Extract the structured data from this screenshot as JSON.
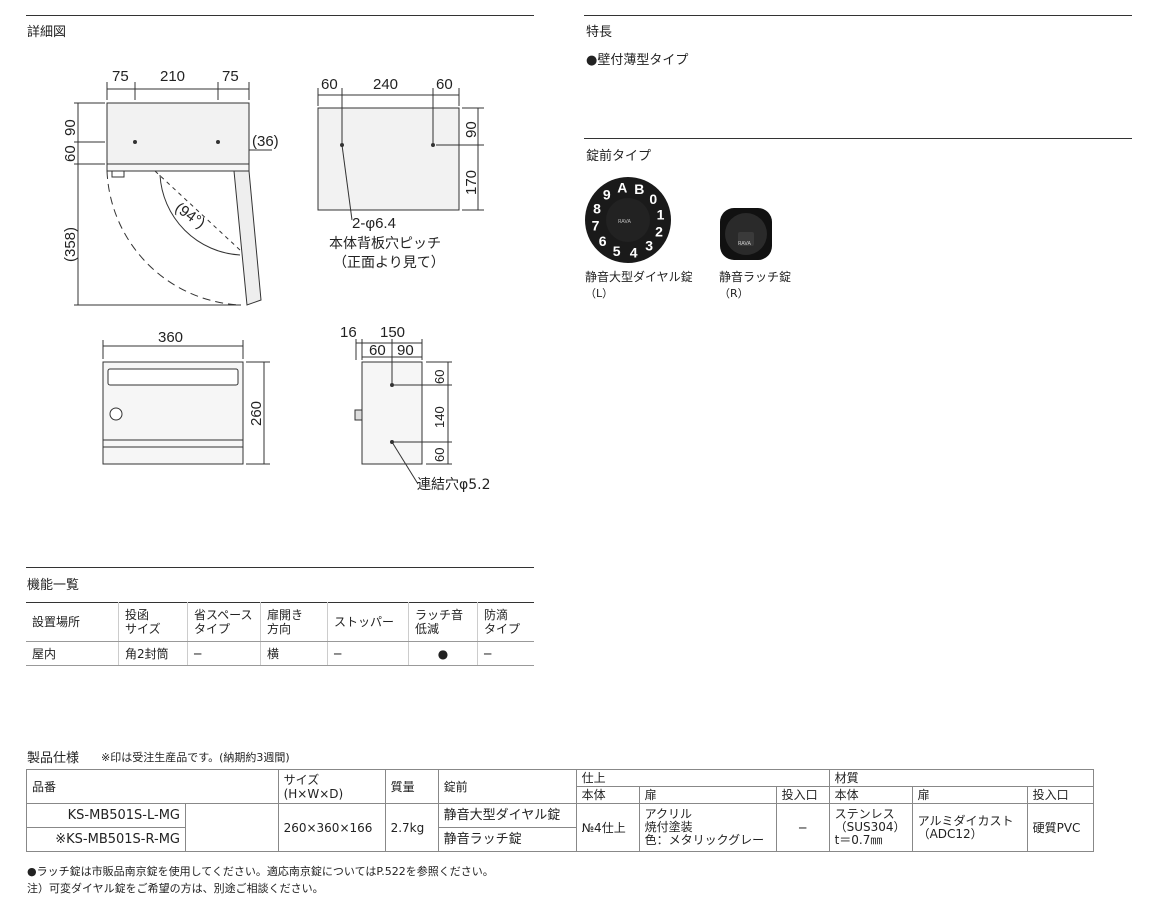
{
  "detail": {
    "title": "詳細図",
    "side_view": {
      "top_dims": [
        "75",
        "210",
        "75"
      ],
      "left_dims": [
        "90",
        "60"
      ],
      "right_dim": "(36)",
      "angle": "(94°)",
      "height": "(358)"
    },
    "back_view": {
      "top_dims": [
        "60",
        "240",
        "60"
      ],
      "right_dims": [
        "90",
        "170"
      ],
      "hole_label": "2-φ6.4",
      "caption_line1": "本体背板穴ピッチ",
      "caption_line2": "（正面より見て）"
    },
    "front_view": {
      "width": "360",
      "height": "260"
    },
    "side_small": {
      "dims_top1": [
        "16",
        "150"
      ],
      "dims_top2": [
        "60",
        "90"
      ],
      "right_dims": [
        "60",
        "140",
        "60"
      ],
      "hole_label": "連結穴φ5.2"
    }
  },
  "features": {
    "title": "特長",
    "item": "●壁付薄型タイプ"
  },
  "lock_types": {
    "title": "錠前タイプ",
    "items": [
      {
        "name": "静音大型ダイヤル錠",
        "code": "（L）",
        "dial_text": "AB0123456789"
      },
      {
        "name": "静音ラッチ錠",
        "code": "（R）"
      }
    ]
  },
  "functions": {
    "title": "機能一覧",
    "headers": [
      [
        "設置場所",
        ""
      ],
      [
        "投函",
        "サイズ"
      ],
      [
        "省スペース",
        "タイプ"
      ],
      [
        "扉開き",
        "方向"
      ],
      [
        "ストッパー",
        ""
      ],
      [
        "ラッチ音",
        "低減"
      ],
      [
        "防滴",
        "タイプ"
      ]
    ],
    "row": [
      "屋内",
      "角2封筒",
      "─",
      "横",
      "─",
      "●",
      "─"
    ]
  },
  "specs": {
    "title": "製品仕様",
    "subtitle": "※印は受注生産品です。(納期約3週間)",
    "h_hinban": "品番",
    "h_size": "サイズ",
    "h_size2": "(H×W×D)",
    "h_weight": "質量",
    "h_lock": "錠前",
    "h_finish": "仕上",
    "h_material": "材質",
    "h_body": "本体",
    "h_door": "扉",
    "h_slot": "投入口",
    "rows": [
      {
        "hinban": "KS-MB501S-L-MG",
        "lock": "静音大型ダイヤル錠"
      },
      {
        "hinban": "※KS-MB501S-R-MG",
        "lock": "静音ラッチ錠"
      }
    ],
    "size": "260×360×166",
    "weight": "2.7kg",
    "finish_body": "№4仕上",
    "finish_door": [
      "アクリル",
      "焼付塗装",
      "色：メタリックグレー"
    ],
    "finish_slot": "─",
    "mat_body": [
      "ステンレス",
      "（SUS304）",
      "t＝0.7㎜"
    ],
    "mat_door": [
      "アルミダイカスト",
      "（ADC12）"
    ],
    "mat_slot": "硬質PVC"
  },
  "notes": [
    "●ラッチ錠は市販品南京錠を使用してください。適応南京錠についてはP.522を参照ください。",
    "注）可変ダイヤル錠をご希望の方は、別途ご相談ください。"
  ]
}
